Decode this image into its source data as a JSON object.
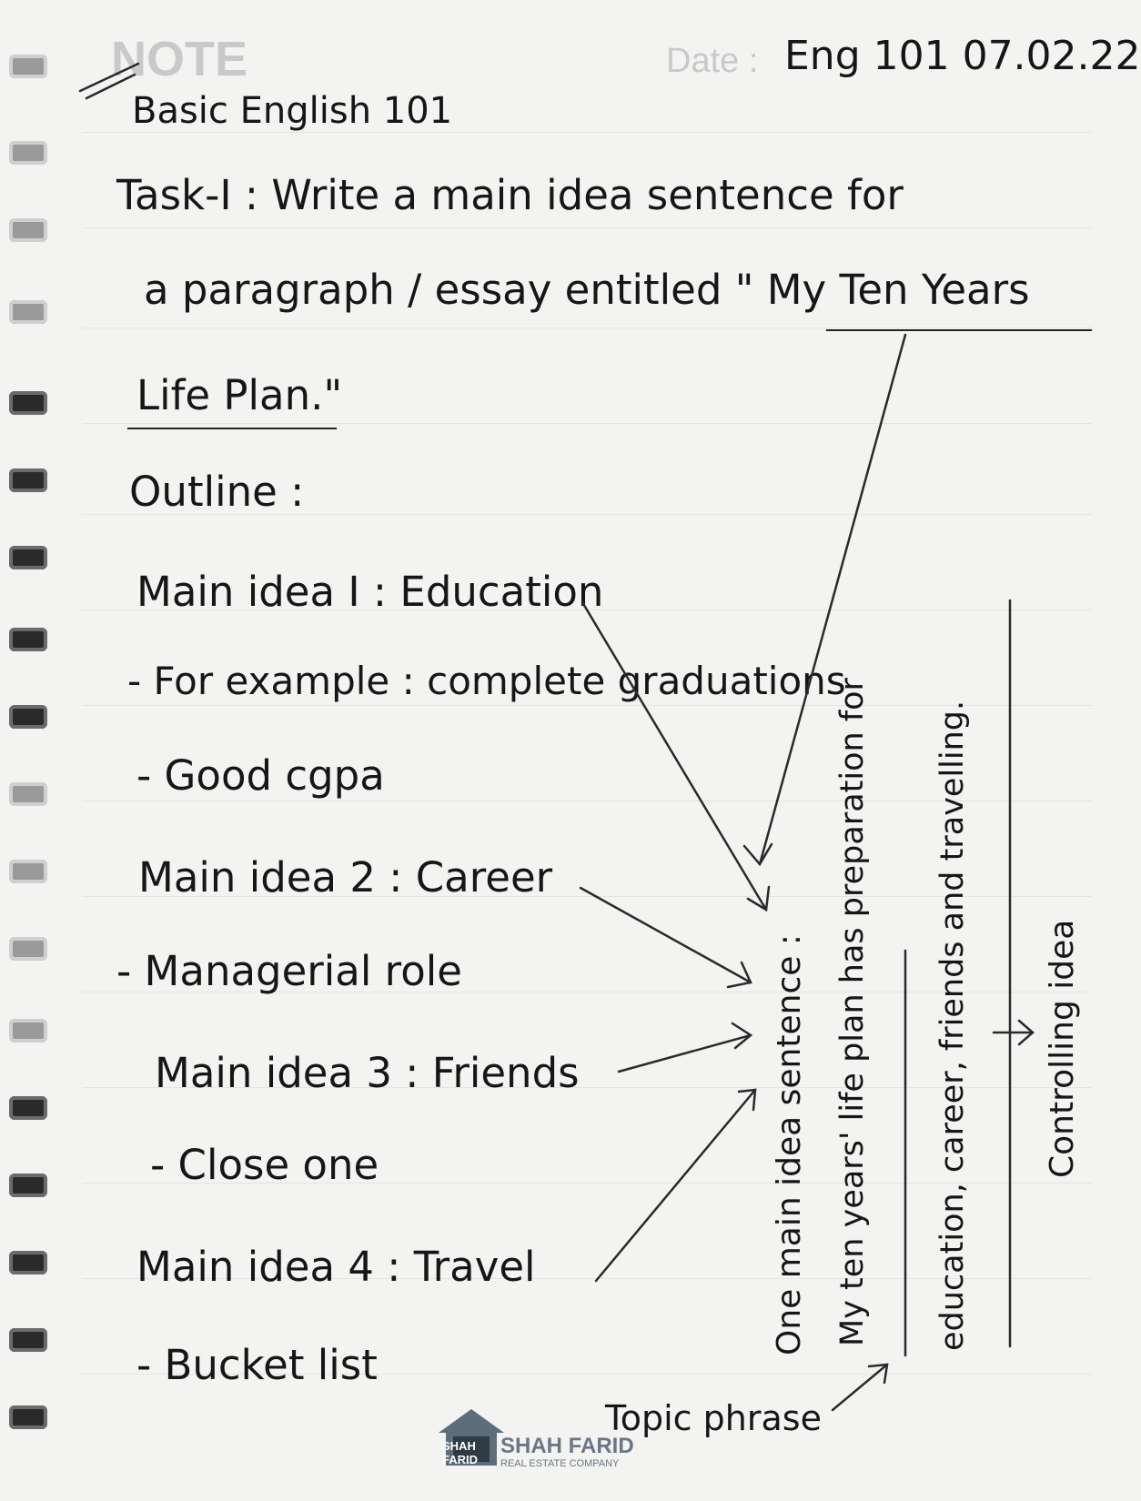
{
  "header": {
    "note_label": "NOTE",
    "date_label": "Date :",
    "date_value": "Eng 101 07.02.22"
  },
  "body": {
    "course_title": "Basic English 101",
    "task_line1": "Task-I : Write a main idea sentence for",
    "task_line2": "a paragraph / essay entitled \" My Ten Years",
    "task_line3": "Life Plan.\"",
    "outline_heading": "Outline :",
    "items": [
      {
        "main": "Main idea I : Education",
        "sub": "- For example : complete graduations"
      },
      {
        "main": "",
        "sub": "- Good cgpa"
      },
      {
        "main": "Main idea 2 : Career",
        "sub": "- Managerial role"
      },
      {
        "main": "Main idea 3 : Friends",
        "sub": "- Close one"
      },
      {
        "main": "Main idea 4 : Travel",
        "sub": "- Bucket list"
      }
    ]
  },
  "annotations": {
    "main_idea_sentence_label": "One main idea sentence :",
    "sentence_part1": "My ten years' life plan has preparation for",
    "sentence_part2": "education, career, friends and travelling.",
    "controlling_idea_label": "Controlling idea",
    "topic_phrase_label": "Topic phrase"
  },
  "footer": {
    "logo_mark": "SHAH FARID",
    "brand_name": "SHAH FARID",
    "brand_tagline": "REAL ESTATE COMPANY"
  }
}
